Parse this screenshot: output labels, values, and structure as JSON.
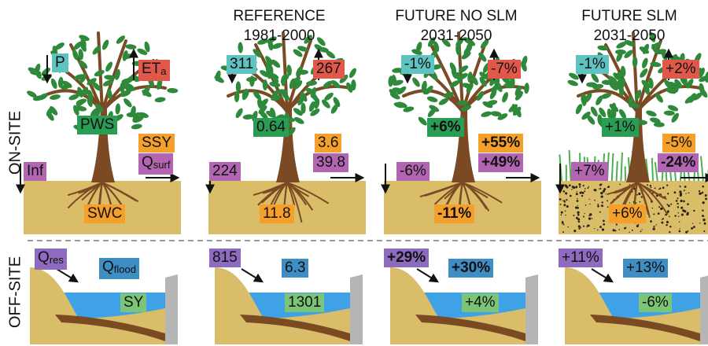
{
  "row_labels": {
    "onsite": "ON-SITE",
    "offsite": "OFF-SITE"
  },
  "headers": [
    {
      "title": "",
      "period": ""
    },
    {
      "title": "REFERENCE",
      "period": "1981-2000"
    },
    {
      "title": "FUTURE NO SLM",
      "period": "2031-2050"
    },
    {
      "title": "FUTURE SLM",
      "period": "2031-2050"
    }
  ],
  "legend": {
    "P": "P",
    "ETa": {
      "main": "ET",
      "sub": "a"
    },
    "PWS": "PWS",
    "SSY": "SSY",
    "Qsurf": {
      "main": "Q",
      "sub": "surf"
    },
    "Inf": "Inf",
    "SWC": "SWC",
    "Qres": {
      "main": "Q",
      "sub": "res"
    },
    "Qflood": {
      "main": "Q",
      "sub": "flood"
    },
    "SY": "SY"
  },
  "reference": {
    "P": "311",
    "ETa": "267",
    "PWS": "0.64",
    "SSY": "3.6",
    "Qsurf": "39.8",
    "Inf": "224",
    "SWC": "11.8",
    "Qres": "815",
    "Qflood": "6.3",
    "SY": "1301"
  },
  "future_no_slm": {
    "P": "-1%",
    "ETa": "-7%",
    "PWS": "+6%",
    "SSY": "+55%",
    "Qsurf": "+49%",
    "Inf": "-6%",
    "SWC": "-11%",
    "Qres": "+29%",
    "Qflood": "+30%",
    "SY": "+4%"
  },
  "future_slm": {
    "P": "-1%",
    "ETa": "+2%",
    "PWS": "+1%",
    "SSY": "-5%",
    "Qsurf": "-24%",
    "Inf": "+7%",
    "SWC": "+6%",
    "Qres": "+11%",
    "Qflood": "+13%",
    "SY": "-6%"
  },
  "colors": {
    "P": "#5fc3c1",
    "ETa": "#e0584a",
    "PWS": "#2a9d55",
    "SSY": "#f5a02a",
    "Qsurf": "#b266b2",
    "Inf": "#b266b2",
    "SWC": "#f5a02a",
    "Qres": "#8e6bbf",
    "Qflood": "#3e8ec4",
    "SY": "#7cc576",
    "soil": "#d9bd68",
    "water": "#3fa1e6",
    "trunk": "#7b4a24",
    "leaf": "#2e8a3a"
  }
}
